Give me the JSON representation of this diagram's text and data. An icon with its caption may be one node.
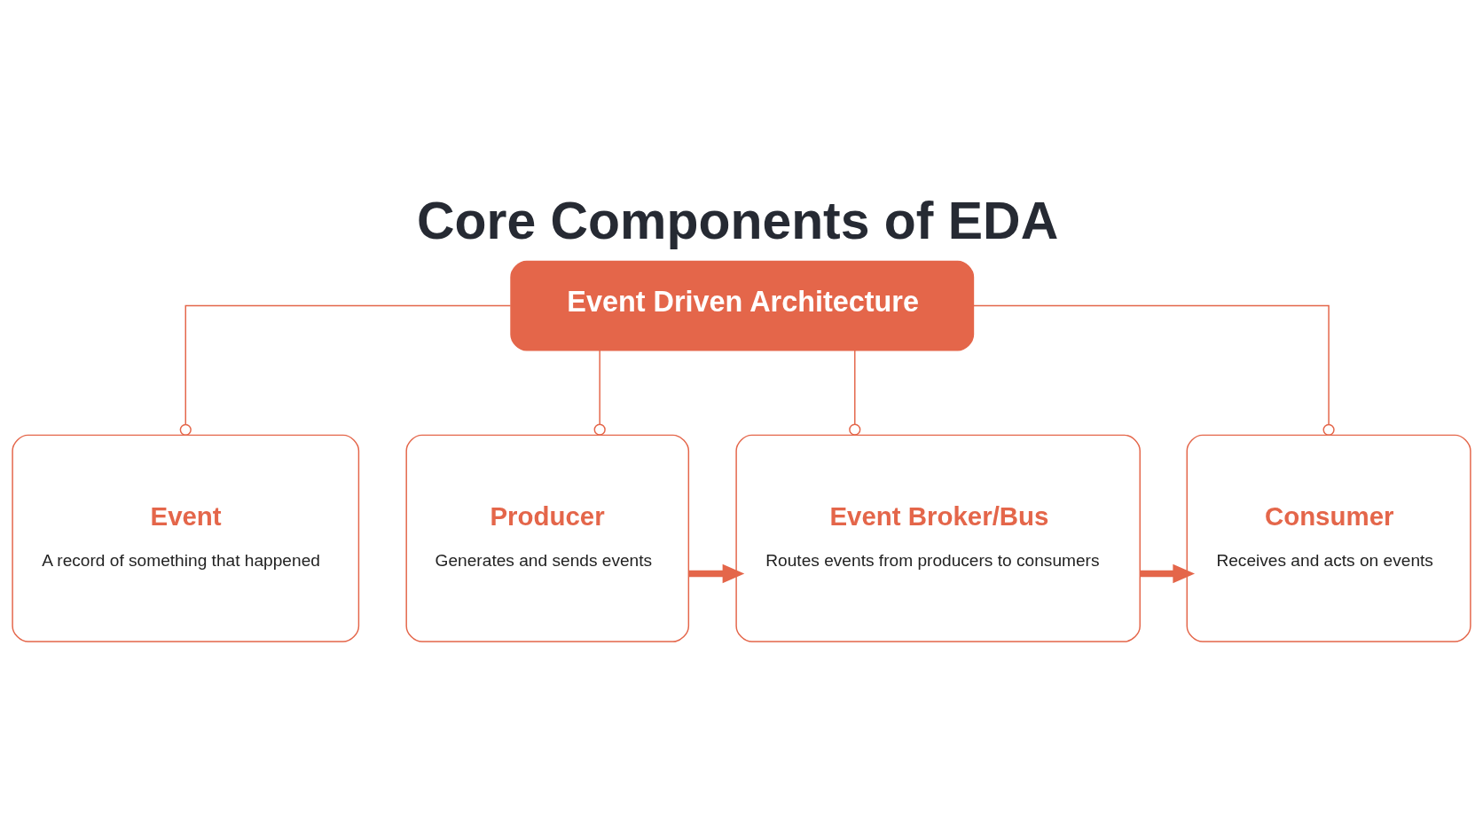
{
  "diagram": {
    "title": "Core Components of EDA",
    "nodes": [
      {
        "text": [
          "Event Driven Architecture"
        ]
      },
      {
        "text": [
          "Event",
          "A record of something that happened"
        ]
      },
      {
        "text": [
          "Producer",
          "Generates and sends events"
        ]
      },
      {
        "text": [
          "Event Broker/Bus",
          "Routes events from producers to consumers"
        ]
      },
      {
        "text": [
          "Consumer",
          "Receives and acts on events"
        ]
      }
    ],
    "edges": [
      {
        "from": 0,
        "to": 1,
        "arrow": "other"
      },
      {
        "from": 0,
        "to": 2,
        "arrow": "other"
      },
      {
        "from": 0,
        "to": 3,
        "arrow": "other"
      },
      {
        "from": 0,
        "to": 4,
        "arrow": "other"
      },
      {
        "from": 2,
        "to": 3,
        "arrow": "to",
        "style": "thick"
      },
      {
        "from": 3,
        "to": 4,
        "arrow": "to",
        "style": "thick"
      }
    ]
  }
}
